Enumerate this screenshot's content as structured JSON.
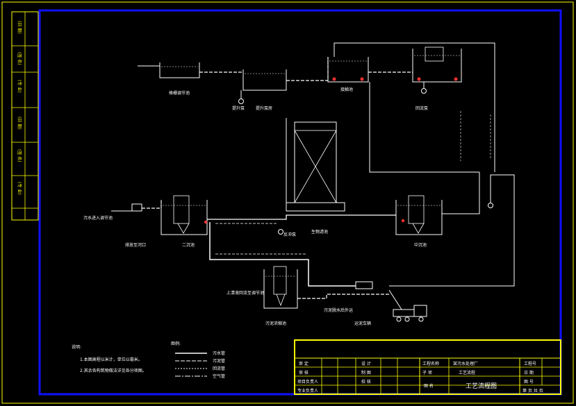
{
  "title_block": {
    "drawing_title": "工艺流程图",
    "project_label": "工程名称",
    "project_value": "某污水处理厂",
    "subitem_label": "子 项",
    "subitem_value": "工艺流程",
    "design_label": "设 计",
    "check_label": "校 核",
    "review_label": "审 核",
    "audit_label": "审 定",
    "draw_label": "制 图",
    "scheme_label": "图 名",
    "project_no_label": "工程号",
    "date_label": "日 期",
    "drawing_no_label": "图 号",
    "page_label": "第 页 共 页",
    "pm_label": "项目负责人",
    "discipline_label": "专业负责人"
  },
  "units": {
    "screen_well": "格栅调节池",
    "lift_pump": "提升泵",
    "lift_well": "提升泵房",
    "bio_tank": "接触池",
    "sludge_pump": "回流泵",
    "settling_1": "二沉池",
    "filter_tower": "生物滤池",
    "filter_pump": "反冲泵",
    "settling_2": "中沉池",
    "sludge_tank": "污泥浓缩池",
    "inlet_label": "污水进入调节池",
    "outlet_label": "排放至河口",
    "sludge_note": "上清液回流至调节池",
    "sludge_out": "污泥脱水后外运",
    "truck_label": "运泥车辆"
  },
  "notes": {
    "heading": "说明:",
    "line1": "1.本图高程以米计，单位以毫米。",
    "line2": "2.其余各构筑物做法详见各分项图。"
  },
  "legend": {
    "heading": "图例:",
    "items": [
      "污水管",
      "污泥管",
      "回流管",
      "空气管"
    ]
  },
  "strip": {
    "labels": [
      "(日 期)",
      "(签 名)",
      "(专 业)",
      "(日 期)",
      "(签 名)",
      "(专 业)"
    ]
  },
  "colors": {
    "border": "#1010ff",
    "titleblock": "#ffff00",
    "line": "#ffffff",
    "accent": "#ff3030"
  }
}
